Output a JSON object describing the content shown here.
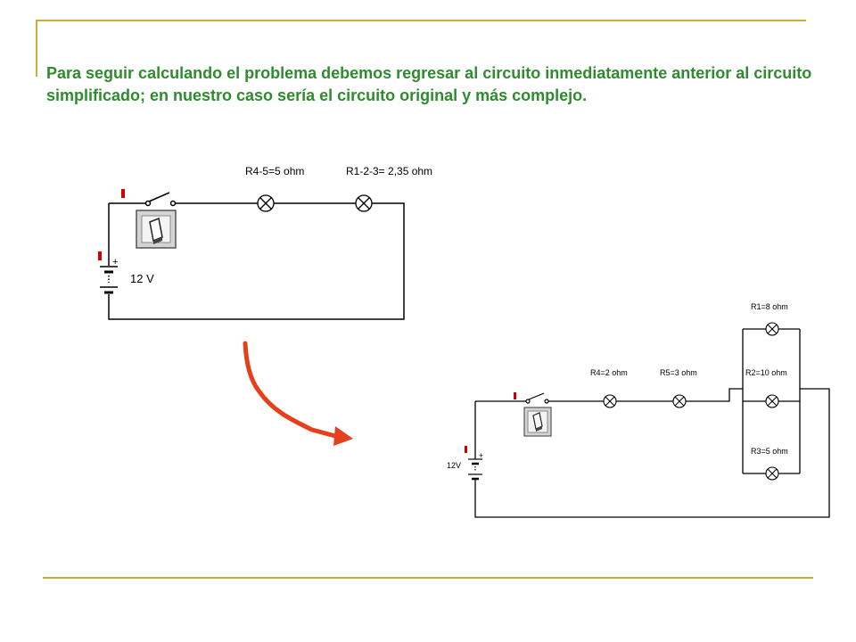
{
  "colors": {
    "accent_rule": "#c9b037",
    "text_green": "#2e8b2e",
    "arrow_red": "#e5401b",
    "terminal_red": "#cc0000"
  },
  "slide_text": "Para seguir calculando el problema debemos regresar al circuito inmediatamente anterior al circuito simplificado; en nuestro caso sería el circuito original y más complejo.",
  "circuit_simplified": {
    "lamp_a_label": "R4-5=5 ohm",
    "lamp_b_label": "R1-2-3= 2,35 ohm",
    "battery_label": "12 V",
    "battery_plus": "+"
  },
  "circuit_original": {
    "r4_label": "R4=2 ohm",
    "r5_label": "R5=3 ohm",
    "r1_label": "R1=8 ohm",
    "r2_label": "R2=10 ohm",
    "r3_label": "R3=5 ohm",
    "battery_label": "12V",
    "battery_plus": "+"
  },
  "icons": {
    "switch": "rocker-switch-icon",
    "lamp": "lamp-icon",
    "battery": "battery-icon",
    "arrow": "curved-arrow-icon"
  }
}
